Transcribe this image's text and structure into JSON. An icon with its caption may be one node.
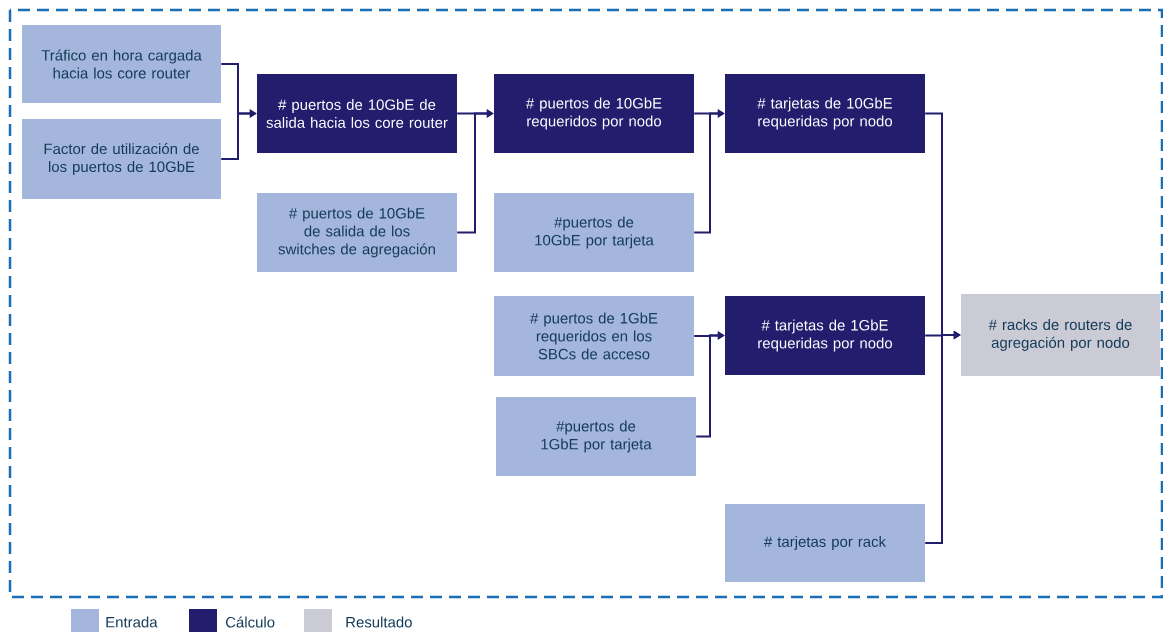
{
  "diagram": {
    "nodes": [
      {
        "text": [
          "Tráfico en hora cargada hacia los core router"
        ]
      },
      {
        "text": [
          "Factor de utilización de los puertos de 10GbE"
        ]
      },
      {
        "text": [
          "# puertos de 10GbE de salida hacia los core router"
        ]
      },
      {
        "text": [
          "# puertos de 10GbE de salida de los switches de agregación"
        ]
      },
      {
        "text": [
          "# puertos de 10GbE requeridos por nodo"
        ]
      },
      {
        "text": [
          "#puertos de 10GbE por tarjeta"
        ]
      },
      {
        "text": [
          "# puertos de 1GbE requeridos en los SBCs de acceso"
        ]
      },
      {
        "text": [
          "#puertos de 1GbE por tarjeta"
        ]
      },
      {
        "text": [
          "# tarjetas de 10GbE requeridas por nodo"
        ]
      },
      {
        "text": [
          "# tarjetas de 1GbE requeridas por nodo"
        ]
      },
      {
        "text": [
          "# tarjetas por rack"
        ]
      },
      {
        "text": [
          "# racks de routers de agregación por nodo"
        ]
      }
    ],
    "edges": [
      {
        "from": 0,
        "to": 2,
        "arrow": "to"
      },
      {
        "from": 1,
        "to": 2,
        "arrow": "to"
      },
      {
        "from": 2,
        "to": 4,
        "arrow": "to"
      },
      {
        "from": 3,
        "to": 4,
        "arrow": "to"
      },
      {
        "from": 4,
        "to": 8,
        "arrow": "to"
      },
      {
        "from": 5,
        "to": 8,
        "arrow": "to"
      },
      {
        "from": 6,
        "to": 9,
        "arrow": "to"
      },
      {
        "from": 7,
        "to": 9,
        "arrow": "to"
      },
      {
        "from": 8,
        "to": 11,
        "arrow": "to"
      },
      {
        "from": 9,
        "to": 11,
        "arrow": "to"
      },
      {
        "from": 10,
        "to": 11,
        "arrow": "to"
      }
    ],
    "legend": [
      {
        "text": "Entrada",
        "color": "#a5b6dc"
      },
      {
        "text": "Cálculo",
        "color": "#231d6e"
      },
      {
        "text": "Resultado",
        "color": "#cbcbd5"
      }
    ]
  }
}
